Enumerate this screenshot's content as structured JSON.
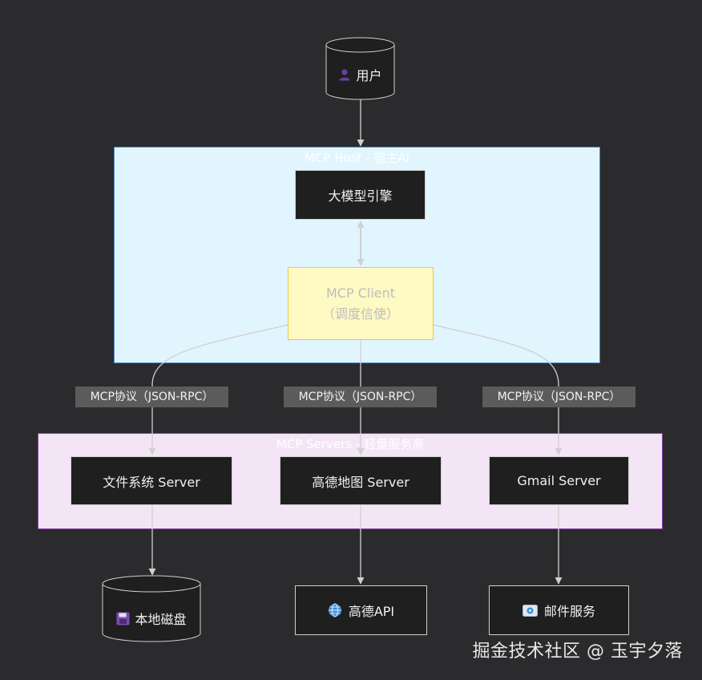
{
  "clusters": {
    "host": "MCP Host - 宿主AI",
    "servers": "MCP Servers - 轻量服务商"
  },
  "nodes": {
    "user": {
      "label": "用户",
      "icon": "user-icon"
    },
    "engine": {
      "label": "大模型引擎"
    },
    "client": {
      "line1": "MCP Client",
      "line2": "（调度信使）"
    },
    "fs_server": {
      "label": "文件系统 Server"
    },
    "amap_server": {
      "label": "高德地图 Server"
    },
    "gmail_server": {
      "label": "Gmail Server"
    },
    "disk": {
      "label": "本地磁盘",
      "icon": "floppy-disk-icon"
    },
    "amap_api": {
      "label": "高德API",
      "icon": "globe-icon"
    },
    "mail": {
      "label": "邮件服务",
      "icon": "envelope-icon"
    }
  },
  "edges": {
    "protocol_label_left": "MCP协议（JSON-RPC）",
    "protocol_label_center": "MCP协议（JSON-RPC）",
    "protocol_label_right": "MCP协议（JSON-RPC）"
  },
  "colors": {
    "background": "#2b2b2d",
    "host_fill": "#e1f5fe",
    "servers_fill": "#f3e5f5",
    "client_fill": "#fff9c4",
    "node_fill": "#1f1f1f"
  },
  "watermark": "掘金技术社区 @ 玉宇夕落"
}
